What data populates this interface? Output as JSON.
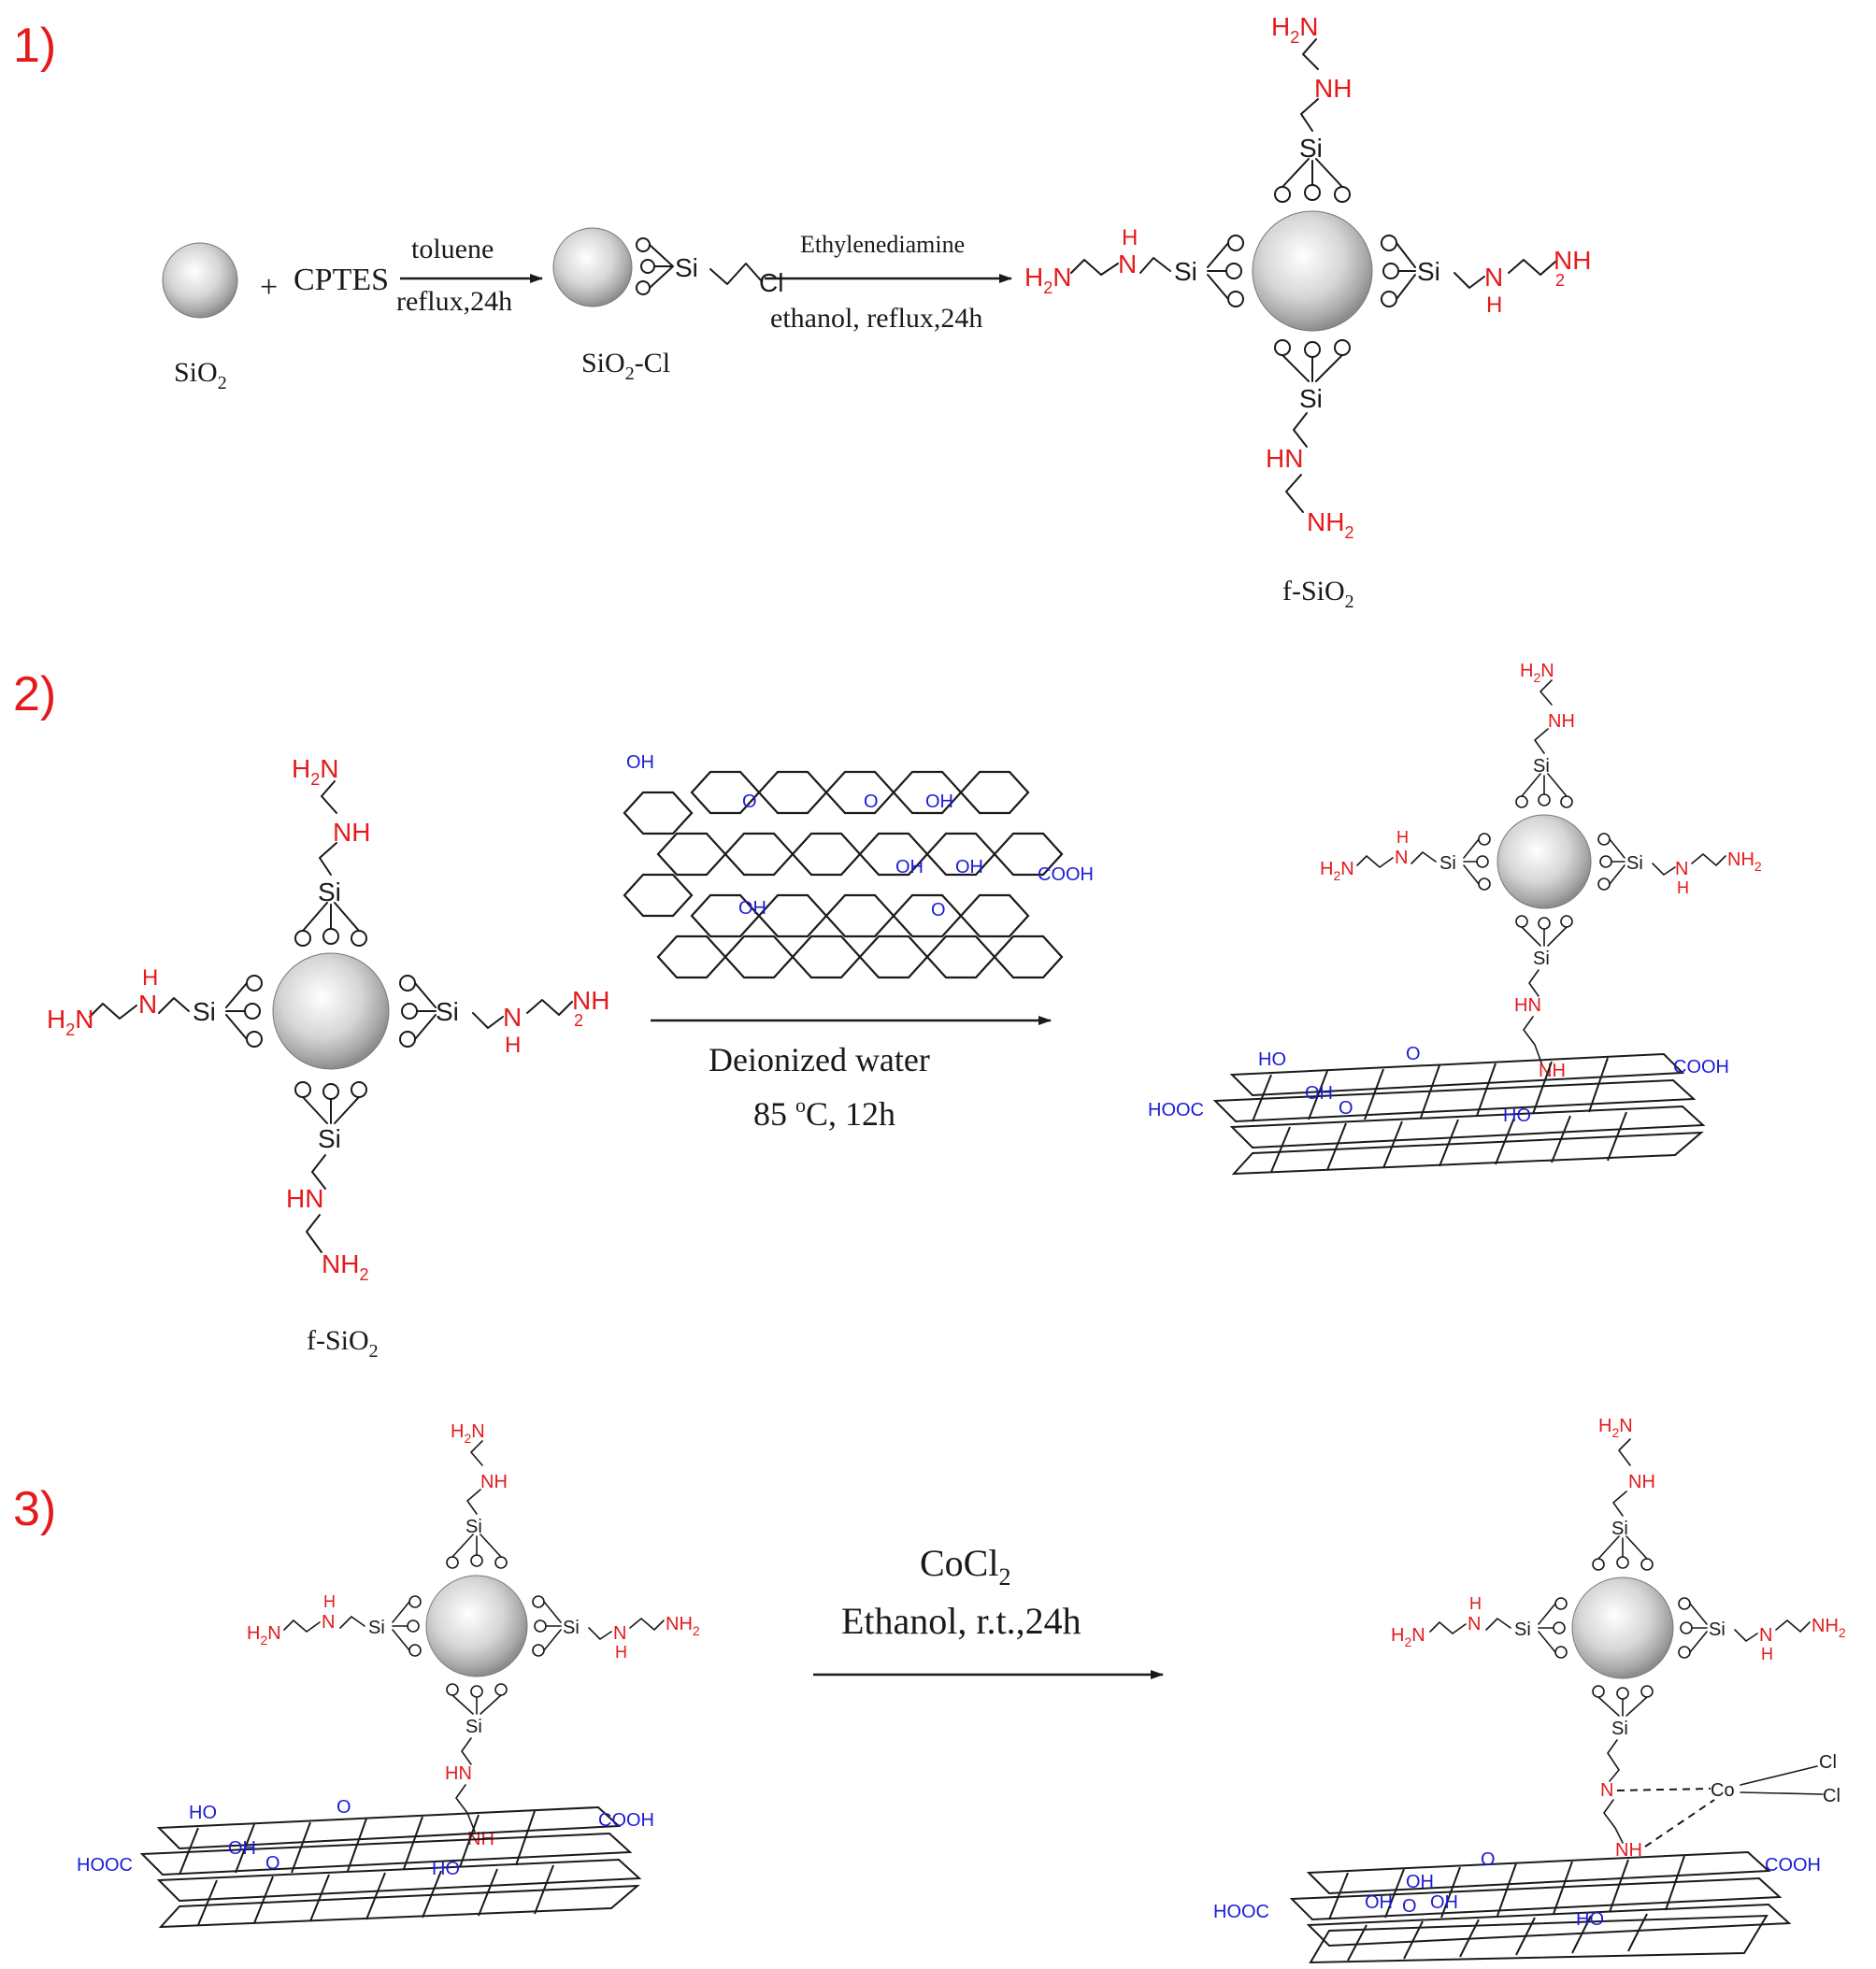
{
  "steps": {
    "s1": "1)",
    "s2": "2)",
    "s3": "3)"
  },
  "step1": {
    "plus": "+",
    "reagent": "CPTES",
    "cond_top": "toluene",
    "cond_bottom": "reflux,24h",
    "sio2_label": "SiO",
    "sio2_sub": "2",
    "sio2cl_label": "SiO",
    "sio2cl_sub": "2",
    "sio2cl_tail": "-Cl",
    "arrow2_top": "Ethylenediamine",
    "arrow2_bottom": "ethanol, reflux,24h",
    "product_label": "f-SiO",
    "product_sub": "2"
  },
  "step2": {
    "reactant_label": "f-SiO",
    "reactant_sub": "2",
    "cond_top": "Deionized water",
    "cond_bottom_a": "85 ",
    "cond_bottom_sup": "o",
    "cond_bottom_b": "C, 12h"
  },
  "step3": {
    "cond_top_a": "CoCl",
    "cond_top_sub": "2",
    "cond_bottom": "Ethanol, r.t.,24h"
  },
  "atoms": {
    "si": "Si",
    "o": "O",
    "cl": "Cl",
    "co": "Co",
    "h2n": "H",
    "h2n_sub": "2",
    "h2n_n": "N",
    "nh": "NH",
    "nh_h": "H",
    "nh_n": "N",
    "n": "N",
    "hn": "HN",
    "nh2_n": "NH",
    "nh2_sub": "2",
    "oh": "OH",
    "ho": "HO",
    "cooh": "COOH",
    "hooc": "HOOC"
  }
}
